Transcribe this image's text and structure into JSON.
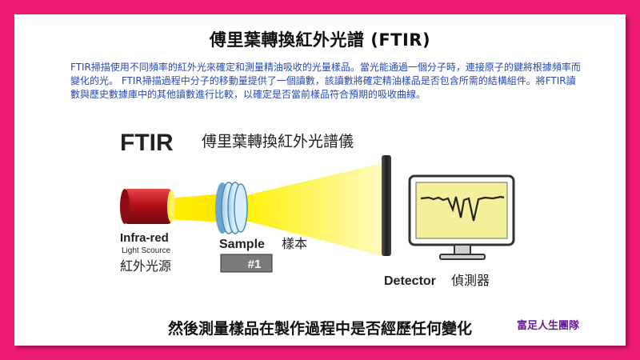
{
  "title": "傅里葉轉換紅外光譜 (FTIR)",
  "description": "FTIR掃描使用不同頻率的紅外光來確定和測量精油吸收的光量樣品。當光能通過一個分子時，連接原子的鍵將根據頻率而變化的光。 FTIR掃描過程中分子的移動量提供了一個讀數，該讀數將確定精油樣品是否包含所需的結構組件。將FTIR讀數與歷史數據庫中的其他讀數進行比較，以確定是否當前樣品符合預期的吸收曲線。",
  "diagram": {
    "heading_latin": "FTIR",
    "heading_cjk": "傅里葉轉換紅外光譜儀",
    "source_label_en": "Infra-red",
    "source_sublabel_en": "Light Scource",
    "source_label_cjk": "紅外光源",
    "sample_label_en": "Sample",
    "sample_label_cjk": "樣本",
    "sample_id": "#1",
    "detector_label_en": "Detector",
    "detector_label_cjk": "偵測器"
  },
  "caption": "然後測量樣品在製作過程中是否經歷任何變化",
  "brand": "富足人生團隊",
  "colors": {
    "frame": "#ed1b72",
    "description_text": "#2747b8",
    "beam": "#ffee00",
    "emitter_red": "#c4121a",
    "brand_text": "#6a1b9a"
  }
}
